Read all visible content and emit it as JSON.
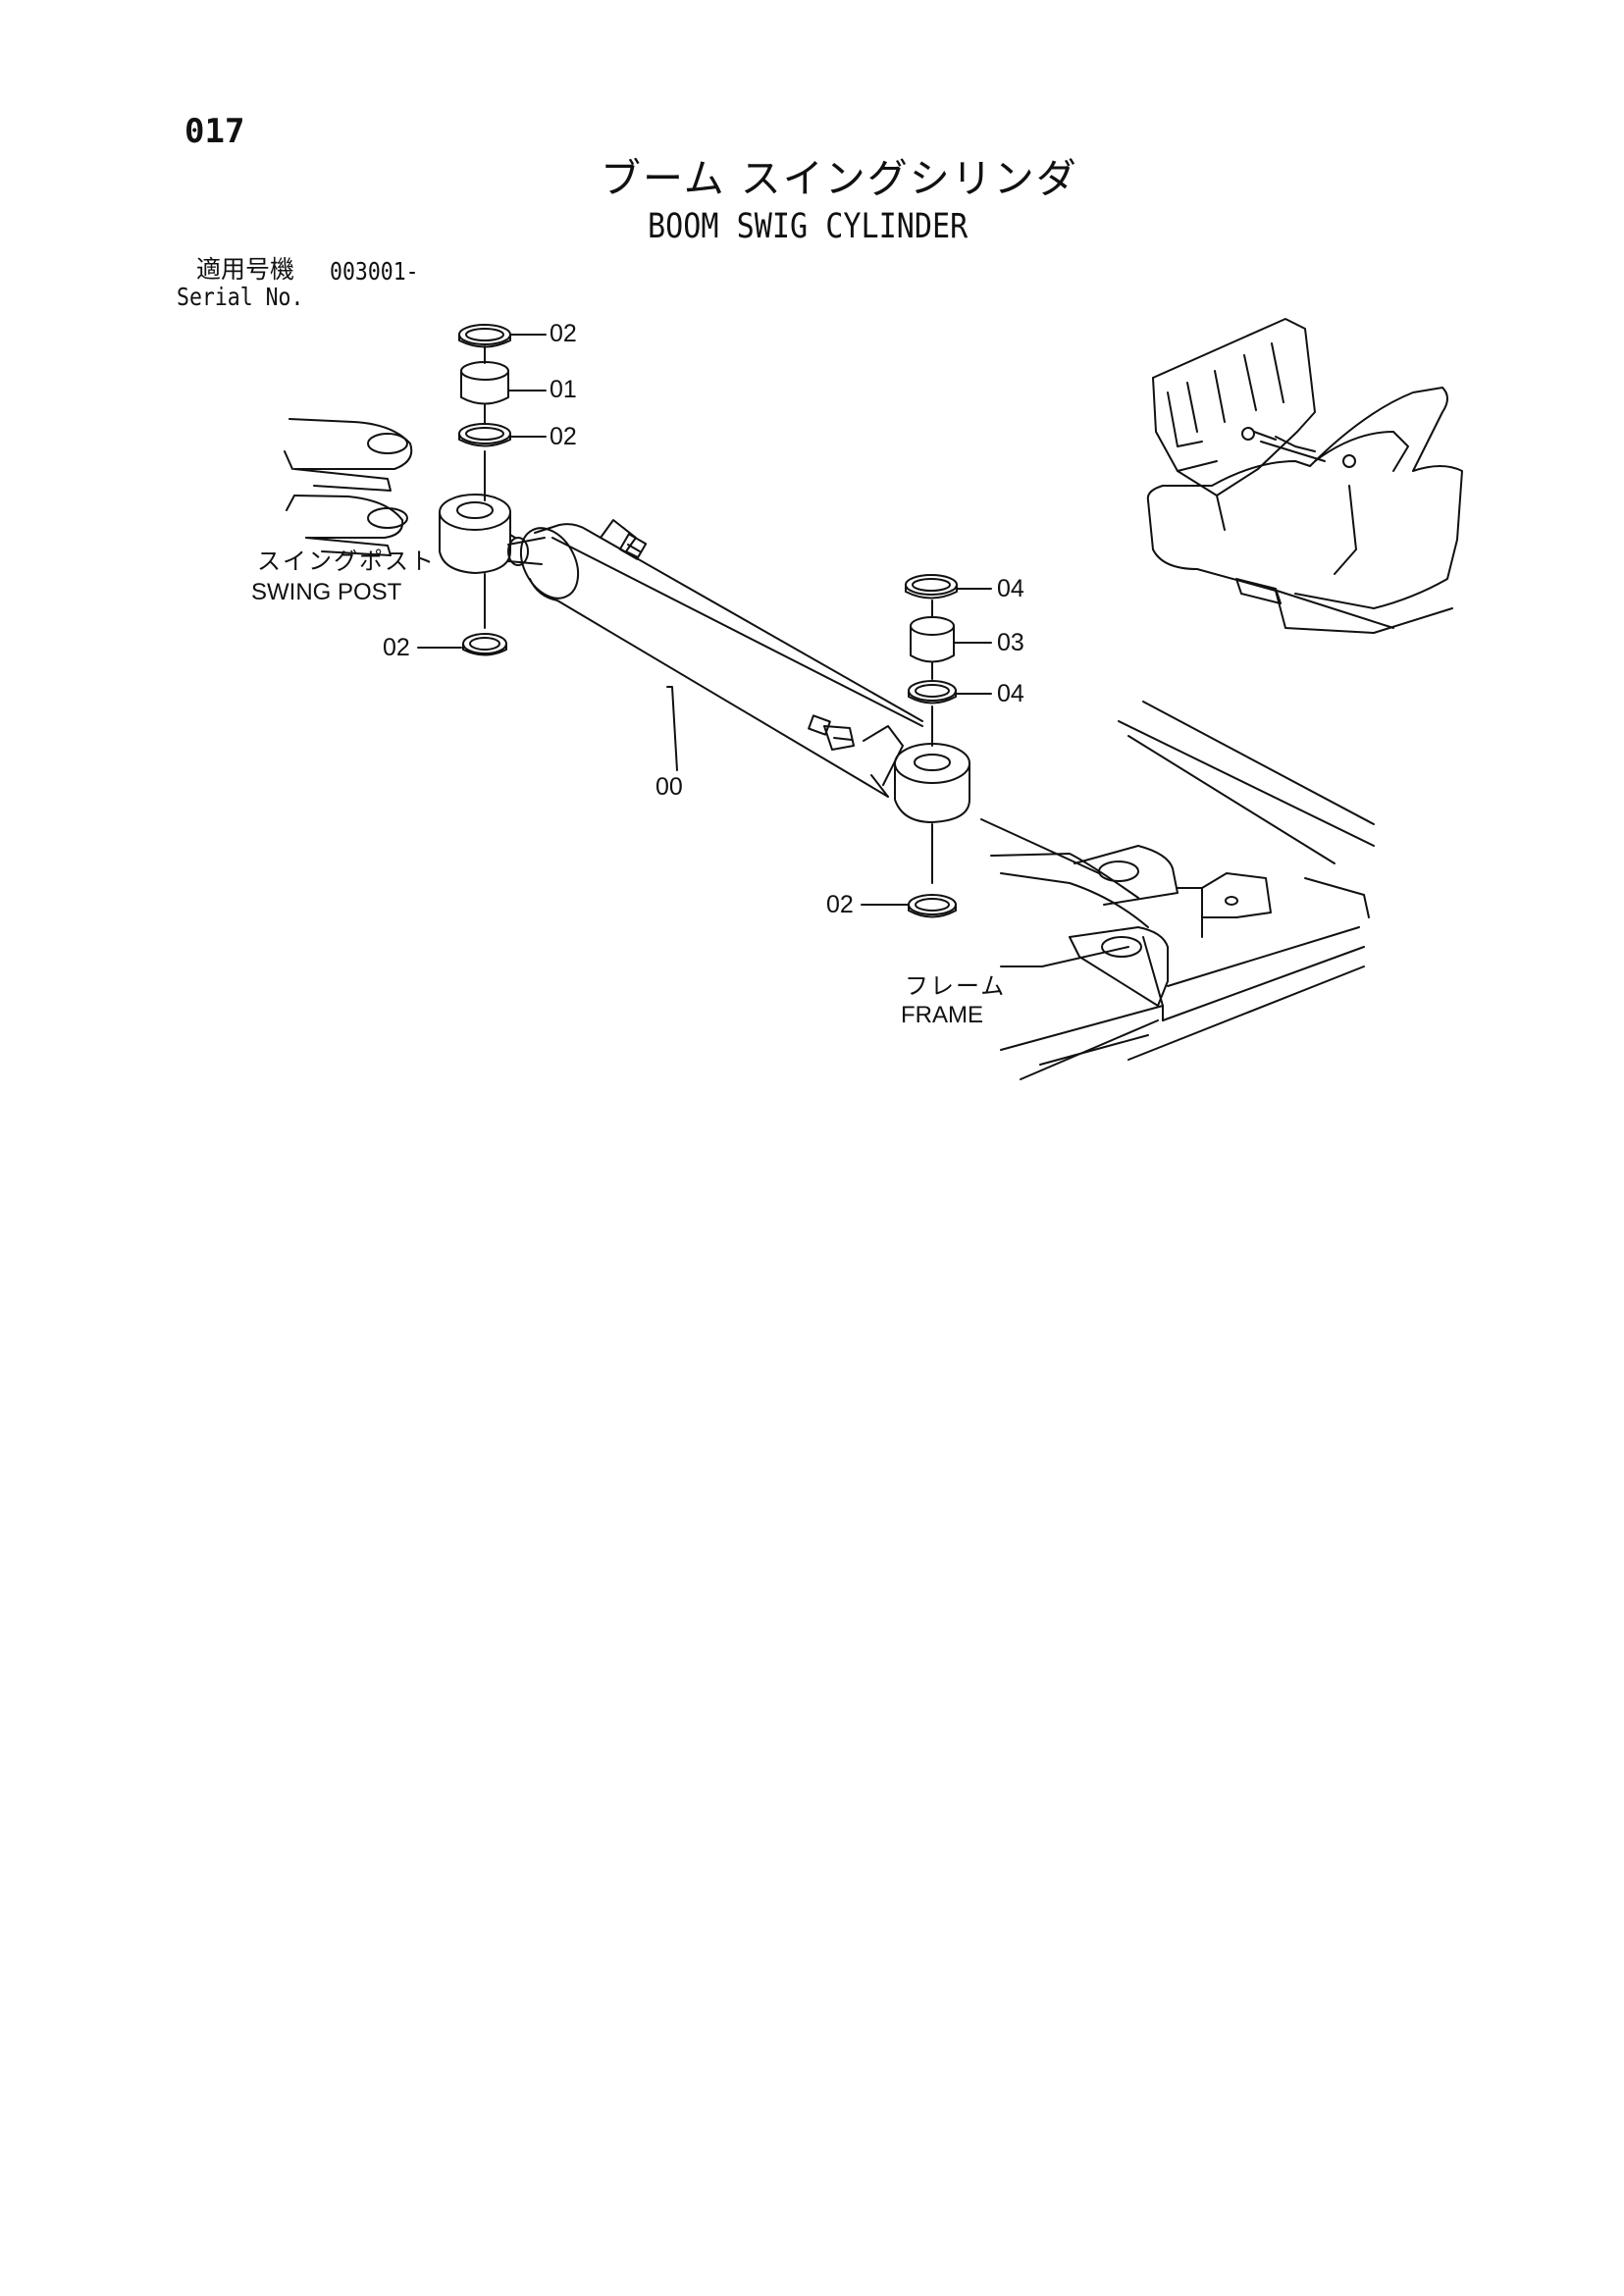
{
  "page": {
    "number": "017"
  },
  "title": {
    "jp": "ブーム スイングシリンダ",
    "en": "BOOM SWIG CYLINDER"
  },
  "serial": {
    "label_jp": "適用号機",
    "value": "003001-",
    "label_en": "Serial No."
  },
  "labels": {
    "swing_post_jp": "スイングポスト",
    "swing_post_en": "SWING POST",
    "frame_jp": "フレーム",
    "frame_en": "FRAME"
  },
  "callouts": {
    "top_seal_upper": "02",
    "top_bushing": "01",
    "top_seal_lower": "02",
    "bottom_left_seal": "02",
    "right_seal_upper": "04",
    "right_bushing": "03",
    "right_seal_lower": "04",
    "cylinder": "00",
    "bottom_right_seal": "02"
  }
}
